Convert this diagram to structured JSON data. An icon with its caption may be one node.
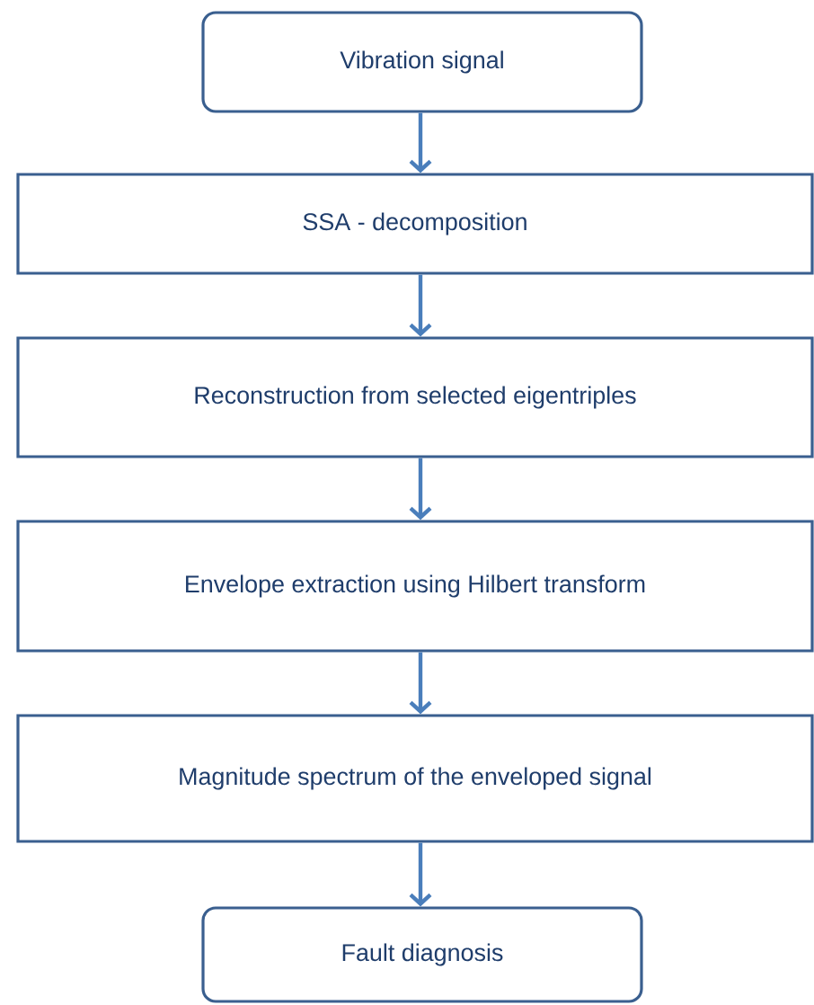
{
  "diagram": {
    "nodes": [
      {
        "text": [
          "Vibration signal"
        ]
      },
      {
        "text": [
          "SSA - decomposition"
        ]
      },
      {
        "text": [
          "Reconstruction from selected eigentriples"
        ]
      },
      {
        "text": [
          "Envelope extraction using Hilbert transform"
        ]
      },
      {
        "text": [
          "Magnitude spectrum of the enveloped signal"
        ]
      },
      {
        "text": [
          "Fault diagnosis"
        ]
      }
    ],
    "edges": [
      {
        "from": 0,
        "to": 1,
        "arrow": "to"
      },
      {
        "from": 1,
        "to": 2,
        "arrow": "to"
      },
      {
        "from": 2,
        "to": 3,
        "arrow": "to"
      },
      {
        "from": 3,
        "to": 4,
        "arrow": "to"
      },
      {
        "from": 4,
        "to": 5,
        "arrow": "to"
      }
    ]
  }
}
